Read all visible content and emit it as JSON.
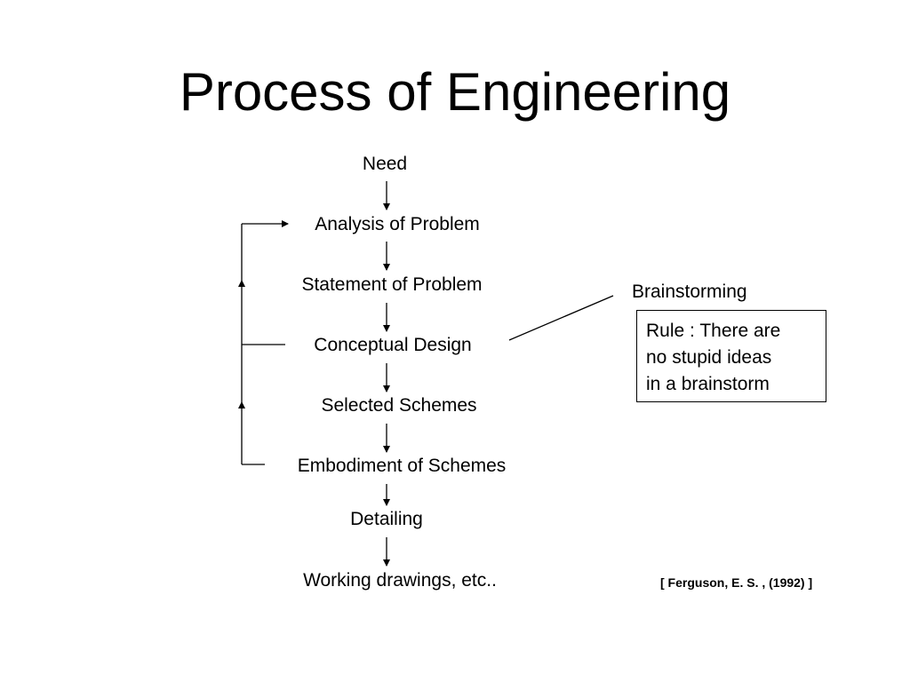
{
  "title": "Process of Engineering",
  "flow": {
    "steps": [
      "Need",
      "Analysis of Problem",
      "Statement of Problem",
      "Conceptual Design",
      "Selected Schemes",
      "Embodiment of Schemes",
      "Detailing",
      "Working drawings, etc.."
    ]
  },
  "annotation": {
    "label": "Brainstorming",
    "rule_lines": [
      "Rule : There are",
      "no stupid ideas",
      "in a brainstorm"
    ]
  },
  "citation": "[ Ferguson, E. S. , (1992) ]"
}
